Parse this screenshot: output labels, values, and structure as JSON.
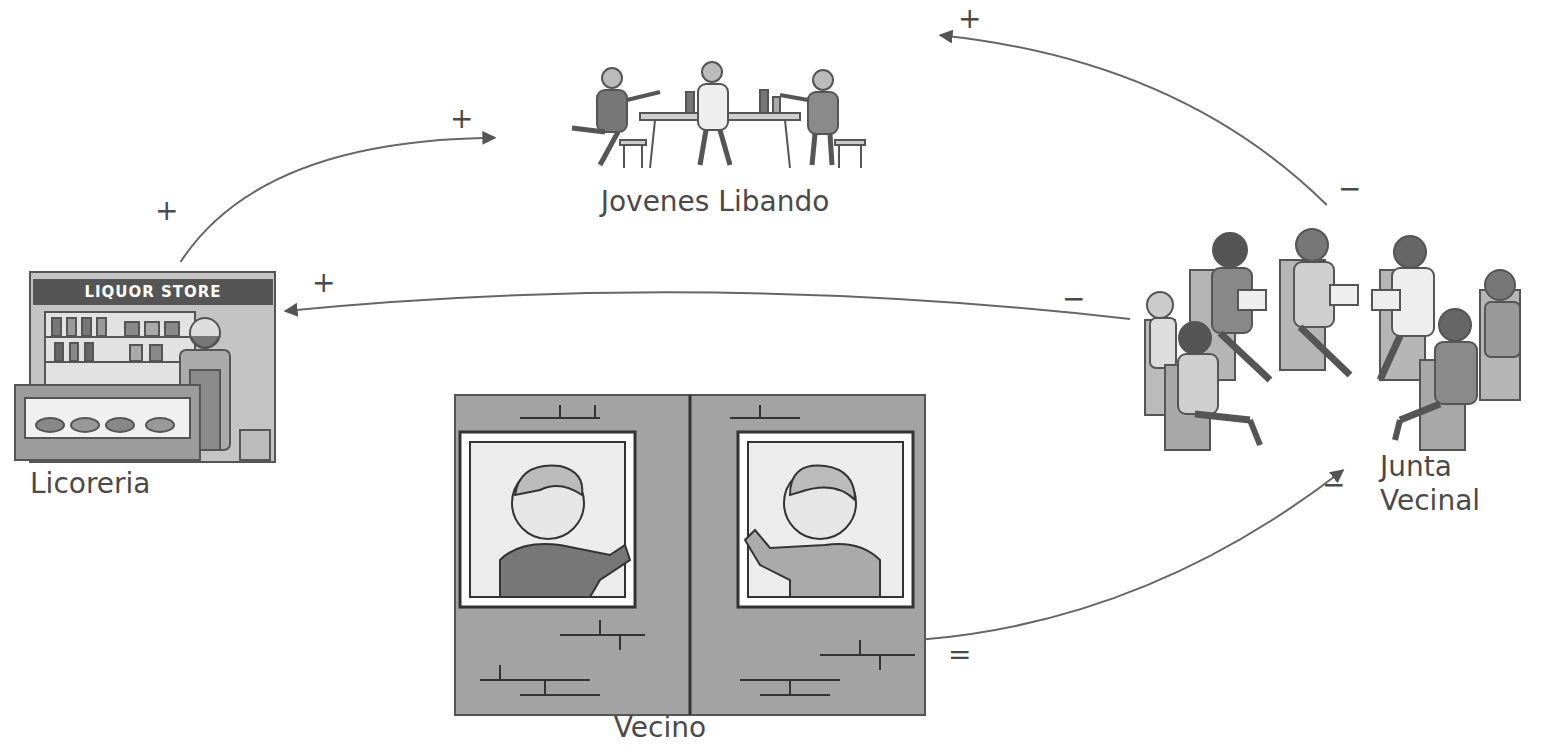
{
  "diagram": {
    "nodes": [
      {
        "text": [
          "Jovenes Libando"
        ]
      },
      {
        "text": [
          "Licoreria"
        ]
      },
      {
        "text": [
          "Junta Vecinal"
        ]
      },
      {
        "text": [
          "Vecino"
        ]
      }
    ],
    "edges": [
      {
        "from": 1,
        "to": 0,
        "arrow": "to",
        "label": "+"
      },
      {
        "from": 2,
        "to": 0,
        "arrow": "to",
        "label": "+"
      },
      {
        "from": 2,
        "to": 1,
        "arrow": "to",
        "label": "+"
      },
      {
        "from": 3,
        "to": 2,
        "arrow": "to",
        "label": "−"
      }
    ],
    "labels": [
      "LIQUOR STORE",
      "+",
      "−",
      "−",
      "="
    ]
  }
}
